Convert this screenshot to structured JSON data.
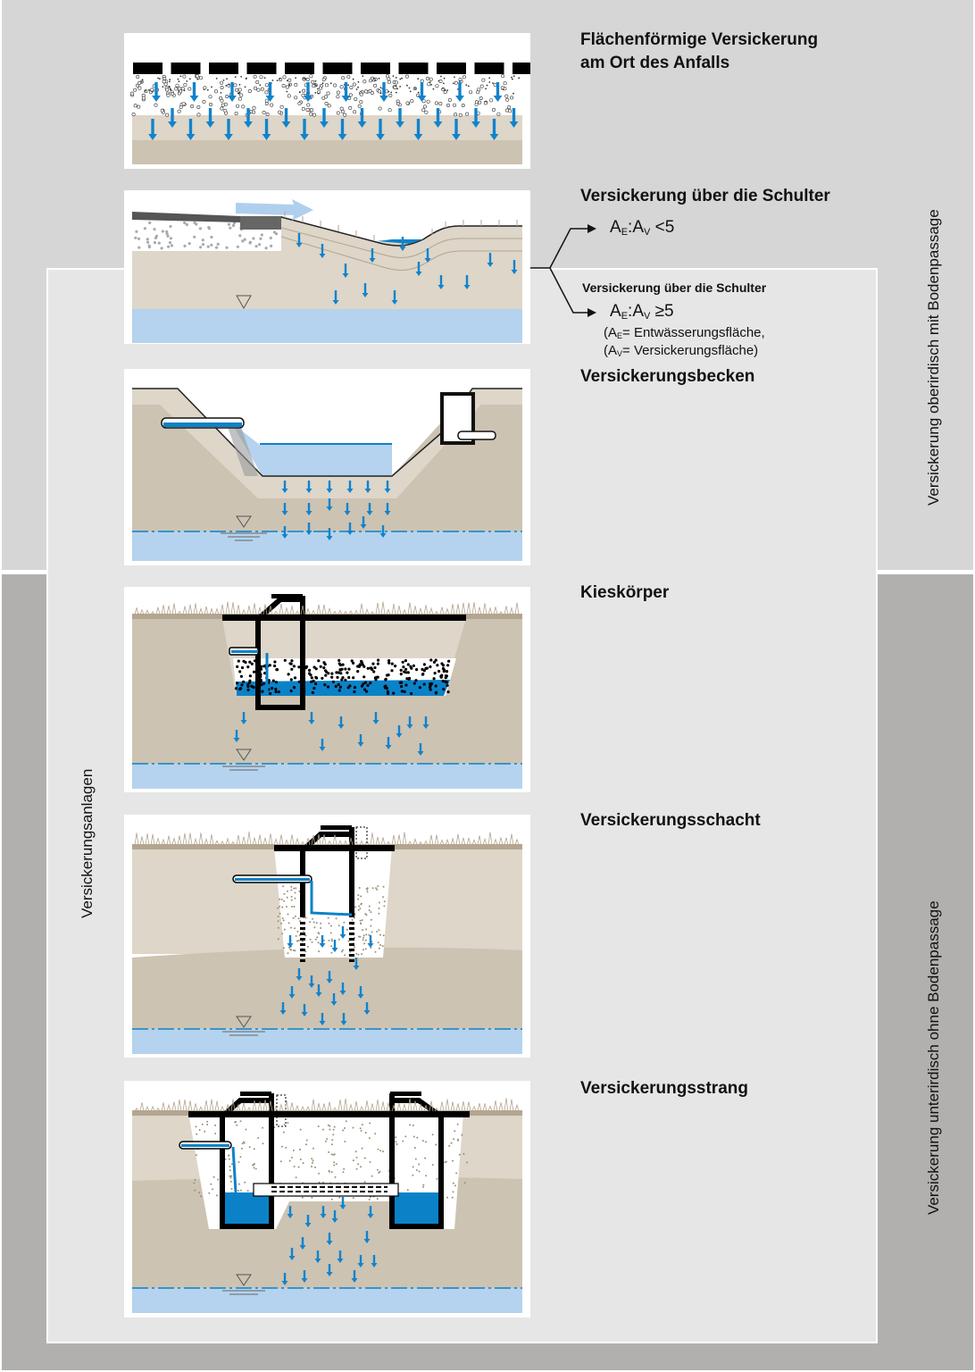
{
  "sections": [
    {
      "id": "flaechen",
      "title_lines": [
        "Flächenförmige Versickerung",
        "am Ort des Anfalls"
      ]
    },
    {
      "id": "schulter",
      "title": "Versickerung über die Schulter"
    },
    {
      "id": "becken",
      "title": "Versickerungsbecken"
    },
    {
      "id": "kies",
      "title": "Kieskörper"
    },
    {
      "id": "schacht",
      "title": "Versickerungsschacht"
    },
    {
      "id": "strang",
      "title": "Versickerungsstrang"
    }
  ],
  "branch": {
    "upper": {
      "lhs_a": "A",
      "lhs_a_sub": "E",
      "sep": ":",
      "lhs_b": "A",
      "lhs_b_sub": "V",
      "op": " <5"
    },
    "lower_title": "Versickerung über die Schulter",
    "lower": {
      "lhs_a": "A",
      "lhs_a_sub": "E",
      "sep": ":",
      "lhs_b": "A",
      "lhs_b_sub": "V",
      "op": " ≥5"
    },
    "legend": [
      {
        "open": "(A",
        "sub": "E",
        "rest": "= Entwässerungsfläche,"
      },
      {
        "open": "(A",
        "sub": "V",
        "rest": "= Versickerungsfläche)"
      }
    ]
  },
  "side_labels": {
    "top_right": "Versickerung oberirdisch mit Bodenpassage",
    "bottom_right": "Versickerung unterirdisch ohne Bodenpassage",
    "inner_left": "Versickerungsanlagen"
  },
  "colors": {
    "bg_top": "#d6d6d6",
    "bg_bottom": "#b1b0ae",
    "inner_box": "#e6e6e6",
    "soil_light": "#ddd6c9",
    "soil_dark": "#cdc3b2",
    "groundwater": "#b5d3ee",
    "water": "#0b82c8",
    "arrow": "#1183cc",
    "structure": "#000000",
    "grass": "#b3a58f"
  }
}
